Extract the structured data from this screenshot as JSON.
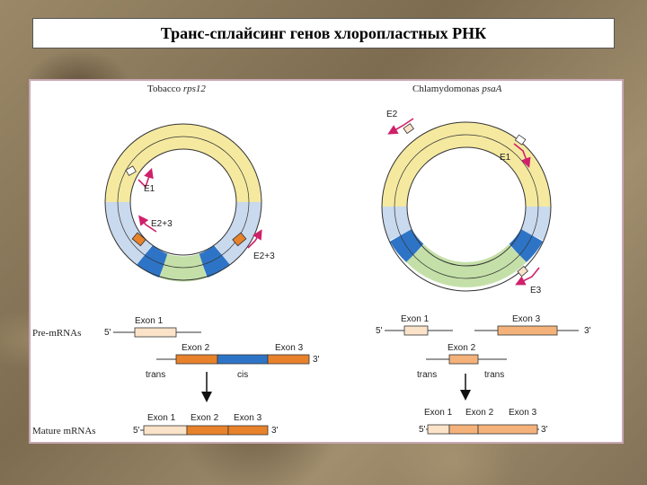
{
  "slide": {
    "title": "Транс-сплайсинг генов хлоропластных РНК"
  },
  "colors": {
    "yellow": "#f5e9a0",
    "blue_light": "#c9d9ee",
    "blue_dark": "#2e74c6",
    "green": "#c4e0a8",
    "orange": "#e8822a",
    "peach": "#fae3c8",
    "magenta": "#d0206a"
  },
  "left_circle": {
    "title_prefix": "Tobacco ",
    "title_gene": "rps12",
    "label_e1": "E1",
    "label_e23_inner": "E2+3",
    "label_e23_outer": "E2+3"
  },
  "right_circle": {
    "title_prefix": "Chlamydomonas ",
    "title_gene": "psaA",
    "label_e2": "E2",
    "label_e1": "E1",
    "label_e3": "E3"
  },
  "rows": {
    "pre_mrnas": "Pre-mRNAs",
    "mature_mrnas": "Mature mRNAs"
  },
  "left_transcripts": {
    "exon1": "Exon 1",
    "exon2": "Exon 2",
    "exon3": "Exon 3",
    "five_prime_a": "5'",
    "five_prime_b": "5'",
    "three_prime_a": "3'",
    "three_prime_b": "3'",
    "trans": "trans",
    "cis": "cis",
    "mature_exon1": "Exon 1",
    "mature_exon2": "Exon 2",
    "mature_exon3": "Exon 3"
  },
  "right_transcripts": {
    "exon1": "Exon 1",
    "exon2": "Exon 2",
    "exon3": "Exon 3",
    "five_prime_a": "5'",
    "five_prime_b": "5'",
    "three_prime_a": "3'",
    "three_prime_b": "3'",
    "trans_left": "trans",
    "trans_right": "trans",
    "mature_exon1": "Exon 1",
    "mature_exon2": "Exon 2",
    "mature_exon3": "Exon 3"
  }
}
